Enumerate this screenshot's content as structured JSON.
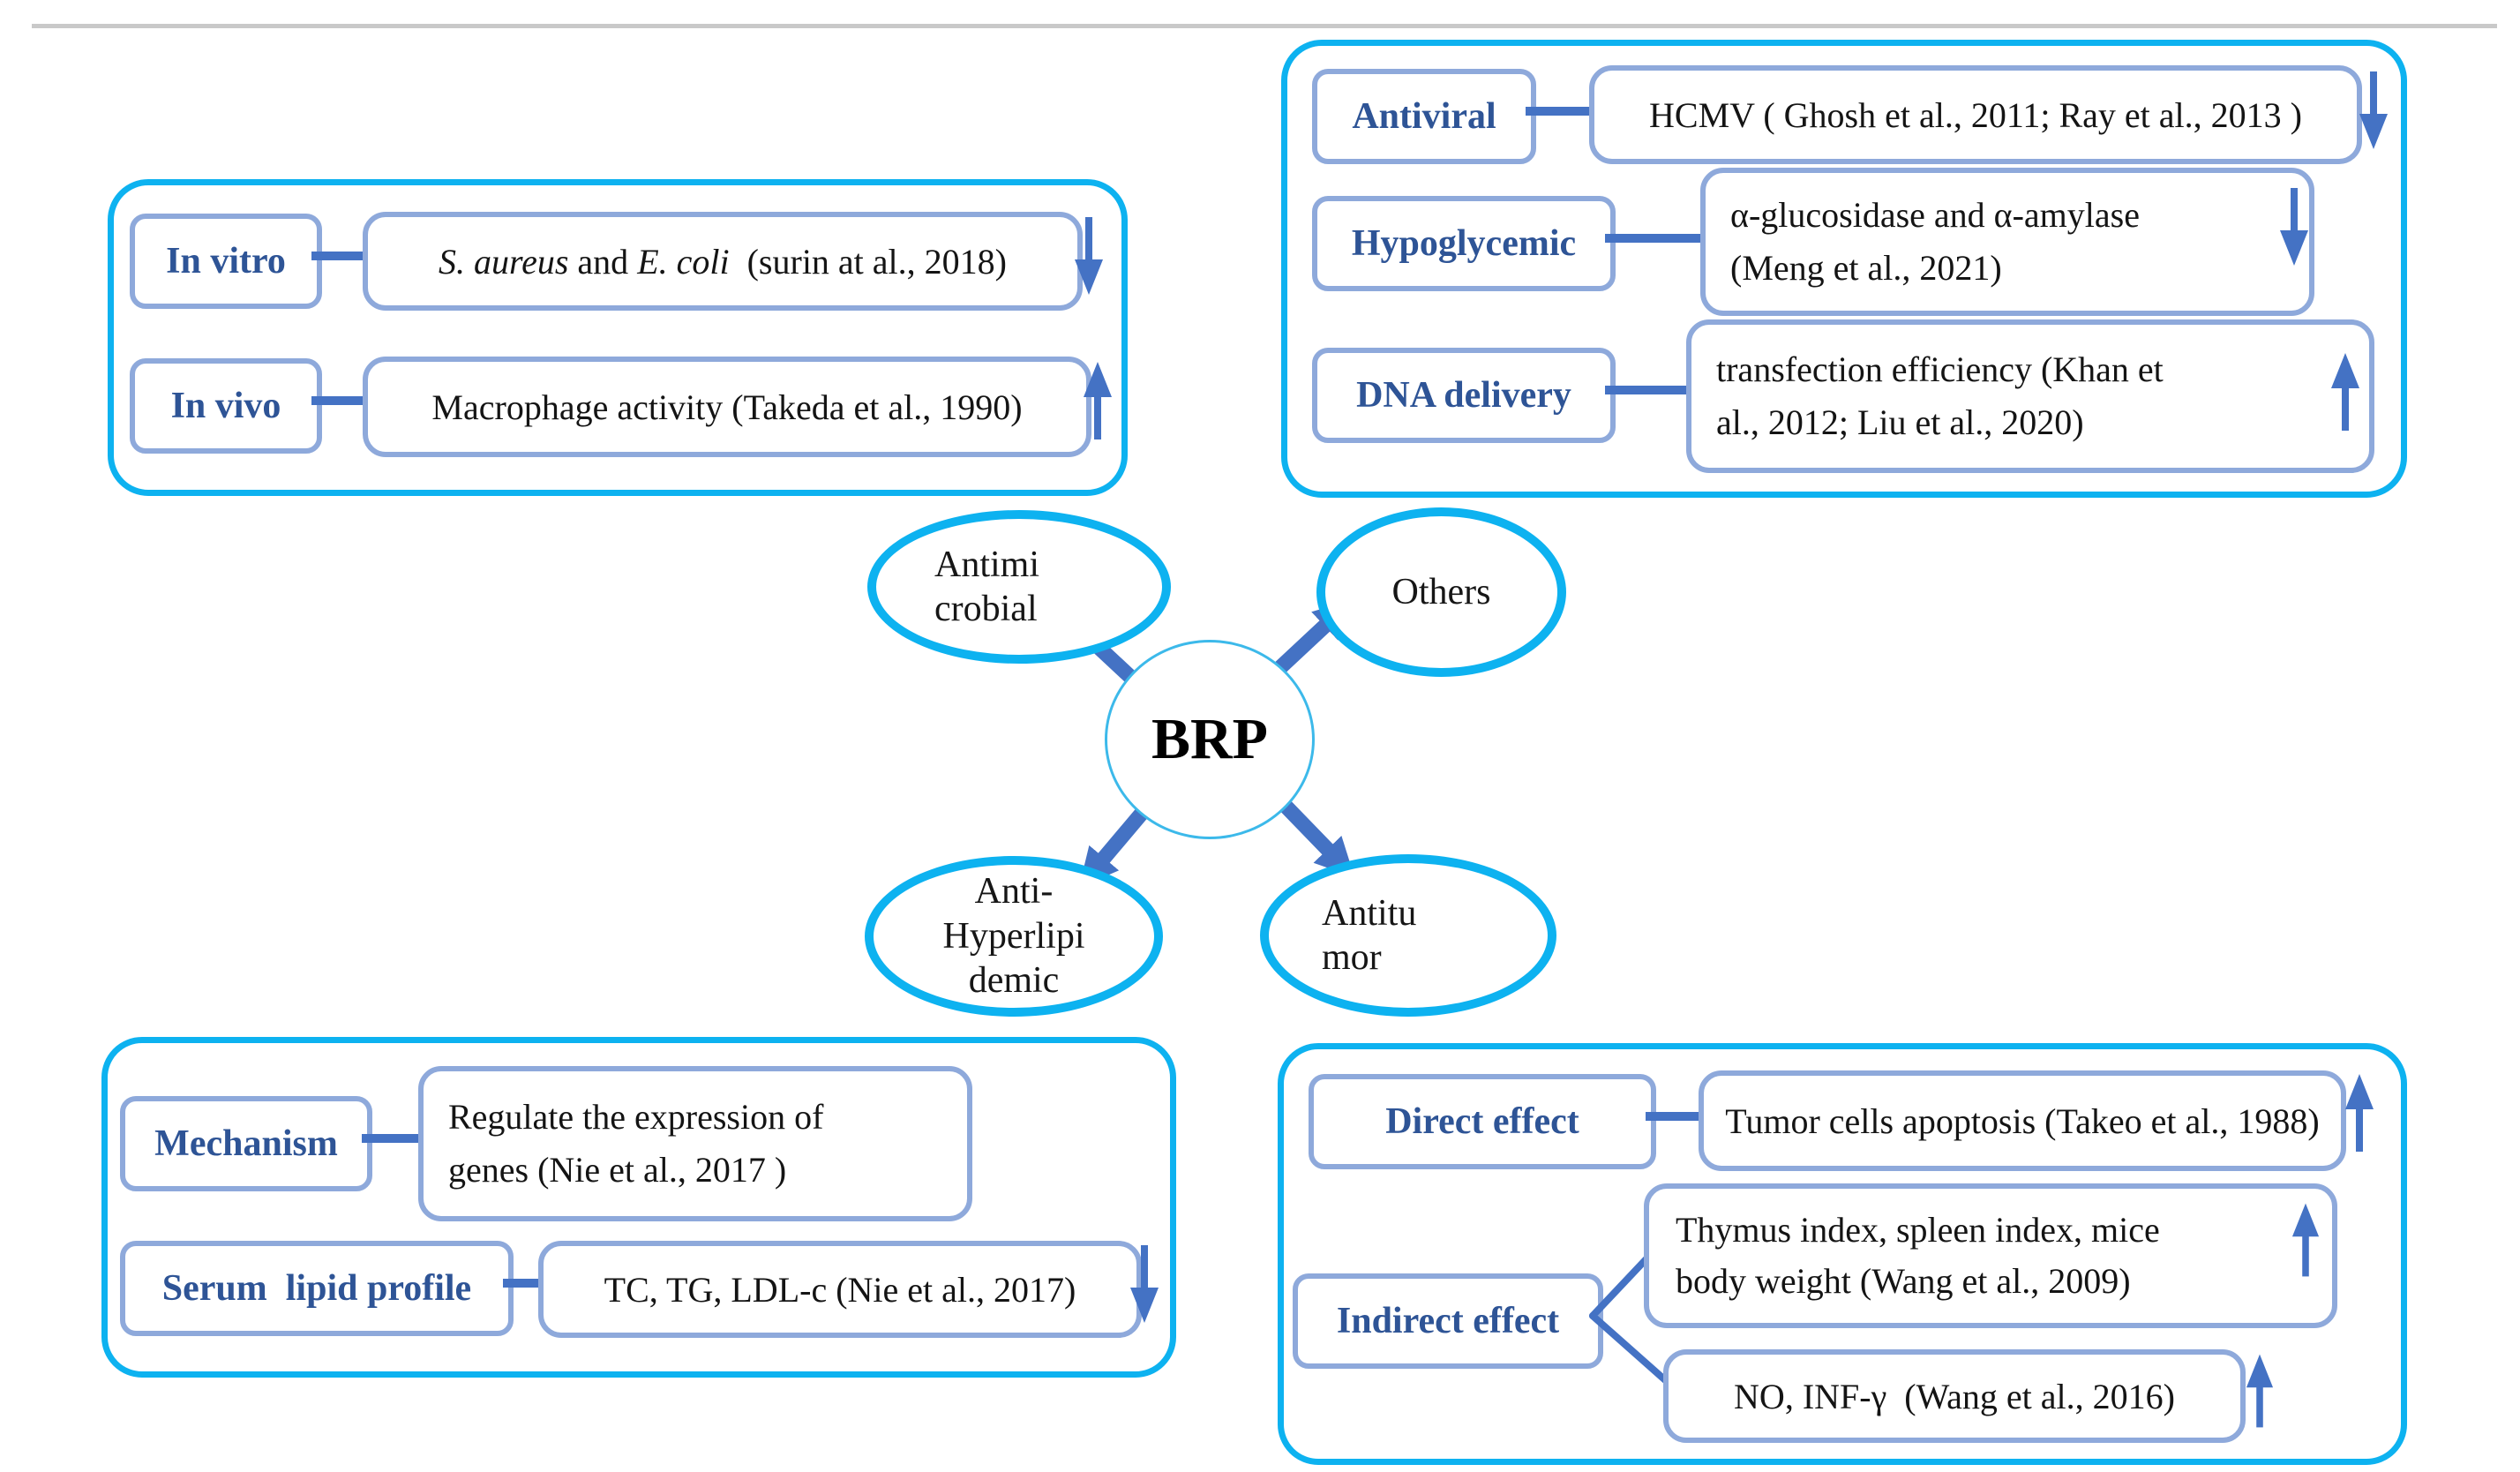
{
  "diagram_title": "BRP bioactivities mind map",
  "colors": {
    "container_border": "#0db2f0",
    "ellipse_border": "#0db2f0",
    "inner_box_border": "#8ea9db",
    "arrow_blue": "#4472c4",
    "label_text": "#2e5496",
    "top_divider": "#c9c9c9"
  },
  "center": {
    "label": "BRP"
  },
  "nodes": {
    "antimicrobial": "Antimi\ncrobial",
    "others": "Others",
    "anti_hyperlipidemic": "Anti-\nHyperlipi\ndemic",
    "antitumor": "Antitu\nmor"
  },
  "groups": {
    "antimicrobial": {
      "rows": [
        {
          "label": "In vitro",
          "text_parts": [
            {
              "t": "S. aureus",
              "i": true
            },
            {
              "t": " and "
            },
            {
              "t": "E. coli",
              "i": true
            },
            {
              "t": "  (surin at al., 2018)"
            }
          ],
          "trend": "down"
        },
        {
          "label": "In vivo",
          "text": "Macrophage activity (Takeda et al., 1990)",
          "trend": "up"
        }
      ]
    },
    "others": {
      "rows": [
        {
          "label": "Antiviral",
          "text": "HCMV ( Ghosh et al., 2011; Ray et al., 2013 )",
          "trend": "down"
        },
        {
          "label": "Hypoglycemic",
          "text": "α-glucosidase and α-amylase\n(Meng et al., 2021)",
          "trend": "down"
        },
        {
          "label": "DNA delivery",
          "text": "transfection efficiency (Khan et\nal., 2012; Liu et al., 2020)",
          "trend": "up"
        }
      ]
    },
    "anti_hyperlipidemic": {
      "rows": [
        {
          "label": "Mechanism",
          "text": "Regulate the expression of\ngenes (Nie et al., 2017 )",
          "trend": "none"
        },
        {
          "label": "Serum  lipid profile",
          "text": "TC, TG, LDL-c (Nie et al., 2017)",
          "trend": "down"
        }
      ]
    },
    "antitumor": {
      "rows": [
        {
          "label": "Direct effect",
          "text": "Tumor cells apoptosis (Takeo et al., 1988)",
          "trend": "up"
        },
        {
          "label": "Indirect effect",
          "branches": [
            {
              "text": "Thymus index, spleen index, mice\nbody weight (Wang et al., 2009)",
              "trend": "up"
            },
            {
              "text": "NO, INF-γ  (Wang et al., 2016)",
              "trend": "up"
            }
          ]
        }
      ]
    }
  }
}
